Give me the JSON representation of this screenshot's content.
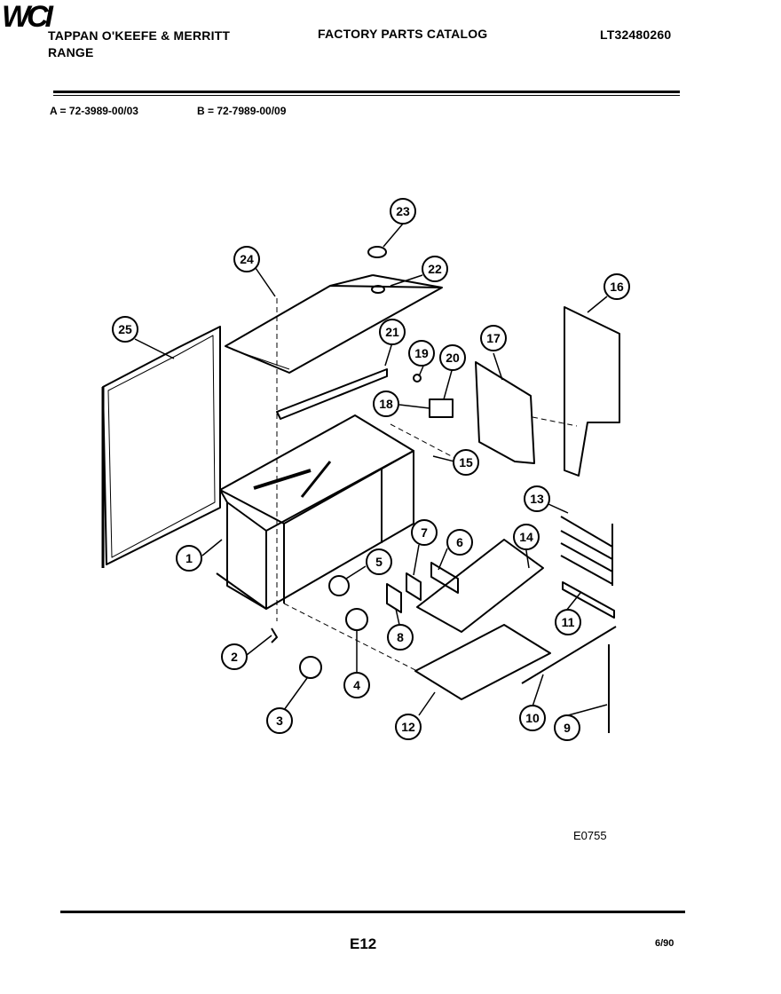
{
  "header": {
    "brand_line1": "TAPPAN O'KEEFE & MERRITT",
    "brand_line2": "RANGE",
    "logo_text": "WCI",
    "catalog_title": "FACTORY PARTS CATALOG",
    "catalog_number": "LT32480260"
  },
  "models": {
    "a": "A = 72-3989-00/03",
    "b": "B = 72-7989-00/09"
  },
  "diagram": {
    "callouts": [
      "1",
      "2",
      "3",
      "4",
      "5",
      "6",
      "7",
      "8",
      "9",
      "10",
      "11",
      "12",
      "13",
      "14",
      "15",
      "16",
      "17",
      "18",
      "19",
      "20",
      "21",
      "22",
      "23",
      "24",
      "25"
    ],
    "drawing_code": "E0755"
  },
  "footer": {
    "page": "E12",
    "date": "6/90"
  }
}
